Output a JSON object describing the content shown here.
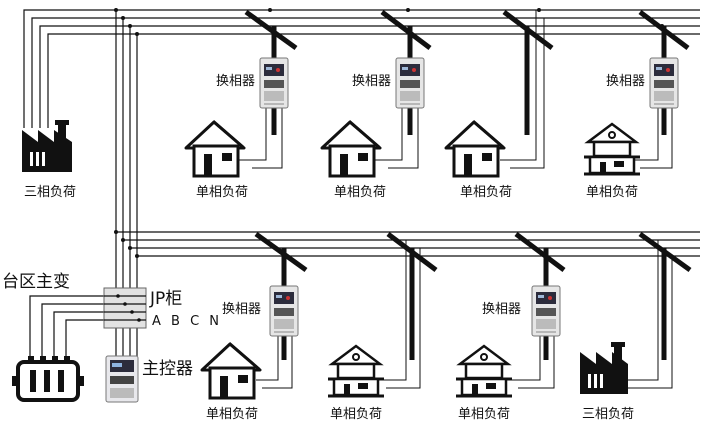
{
  "labels": {
    "three_phase_load": "三相负荷",
    "single_phase_load": "单相负荷",
    "phase_switcher": "换相器",
    "transformer": "台区主变",
    "jp_cabinet": "JP柜",
    "abcn": "A B C N",
    "main_controller": "主控器"
  }
}
